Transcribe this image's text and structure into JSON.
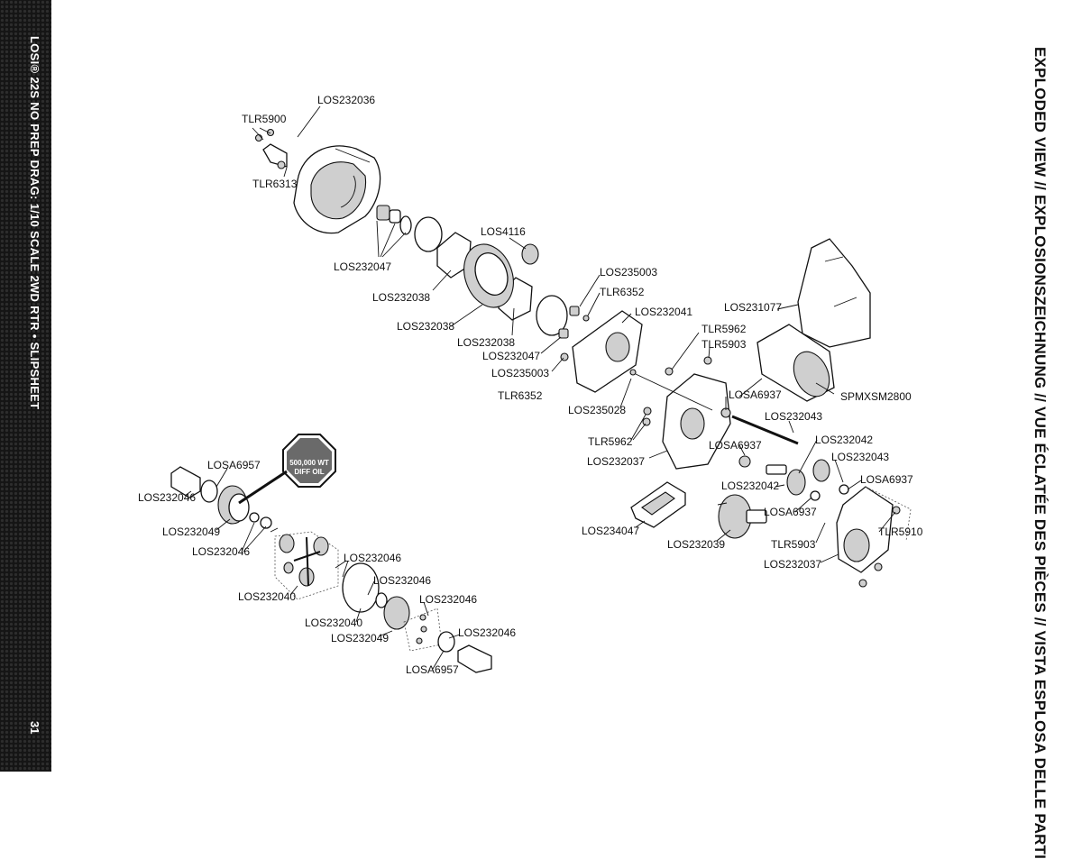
{
  "sidebar": {
    "title": "LOSI® 22S NO PREP DRAG: 1/10 SCALE 2WD RTR • SLIPSHEET",
    "page_number": "31"
  },
  "heading": "EXPLODED VIEW // EXPLOSIONSZEICHNUNG // VUE ÉCLATÉE DES PIÈCES // VISTA ESPLOSA DELLE PARTI",
  "badge": {
    "line1": "500,000 WT",
    "line2": "DIFF OIL"
  },
  "labels": {
    "l1": "LOS232036",
    "l2": "TLR5900",
    "l3": "TLR6313",
    "l4": "LOS232047",
    "l5": "LOS232038",
    "l6": "LOS4116",
    "l7": "LOS232038",
    "l8": "LOS235003",
    "l9": "TLR6352",
    "l10": "LOS232041",
    "l11": "LOS232038",
    "l12": "LOS232047",
    "l13": "LOS235003",
    "l14": "TLR6352",
    "l15": "LOS231077",
    "l16": "TLR5962",
    "l17": "TLR5903",
    "l18": "LOSA6937",
    "l19": "SPMXSM2800",
    "l20": "LOS235028",
    "l21": "LOS232043",
    "l22": "TLR5962",
    "l23": "LOSA6937",
    "l24": "LOS232042",
    "l25": "LOS232037",
    "l26": "LOS232043",
    "l27": "LOSA6937",
    "l28": "LOS232042",
    "l29": "LOSA6937",
    "l30": "LOS234047",
    "l31": "TLR5910",
    "l32": "LOS232039",
    "l33": "TLR5903",
    "l34": "LOS232037",
    "l35": "LOSA6957",
    "l36": "LOS232046",
    "l37": "LOS232049",
    "l38": "LOS232046",
    "l39": "LOS232046",
    "l40": "LOS232040",
    "l41": "LOS232046",
    "l42": "LOS232040",
    "l43": "LOS232046",
    "l44": "LOS232049",
    "l45": "LOS232046",
    "l46": "LOSA6957"
  }
}
